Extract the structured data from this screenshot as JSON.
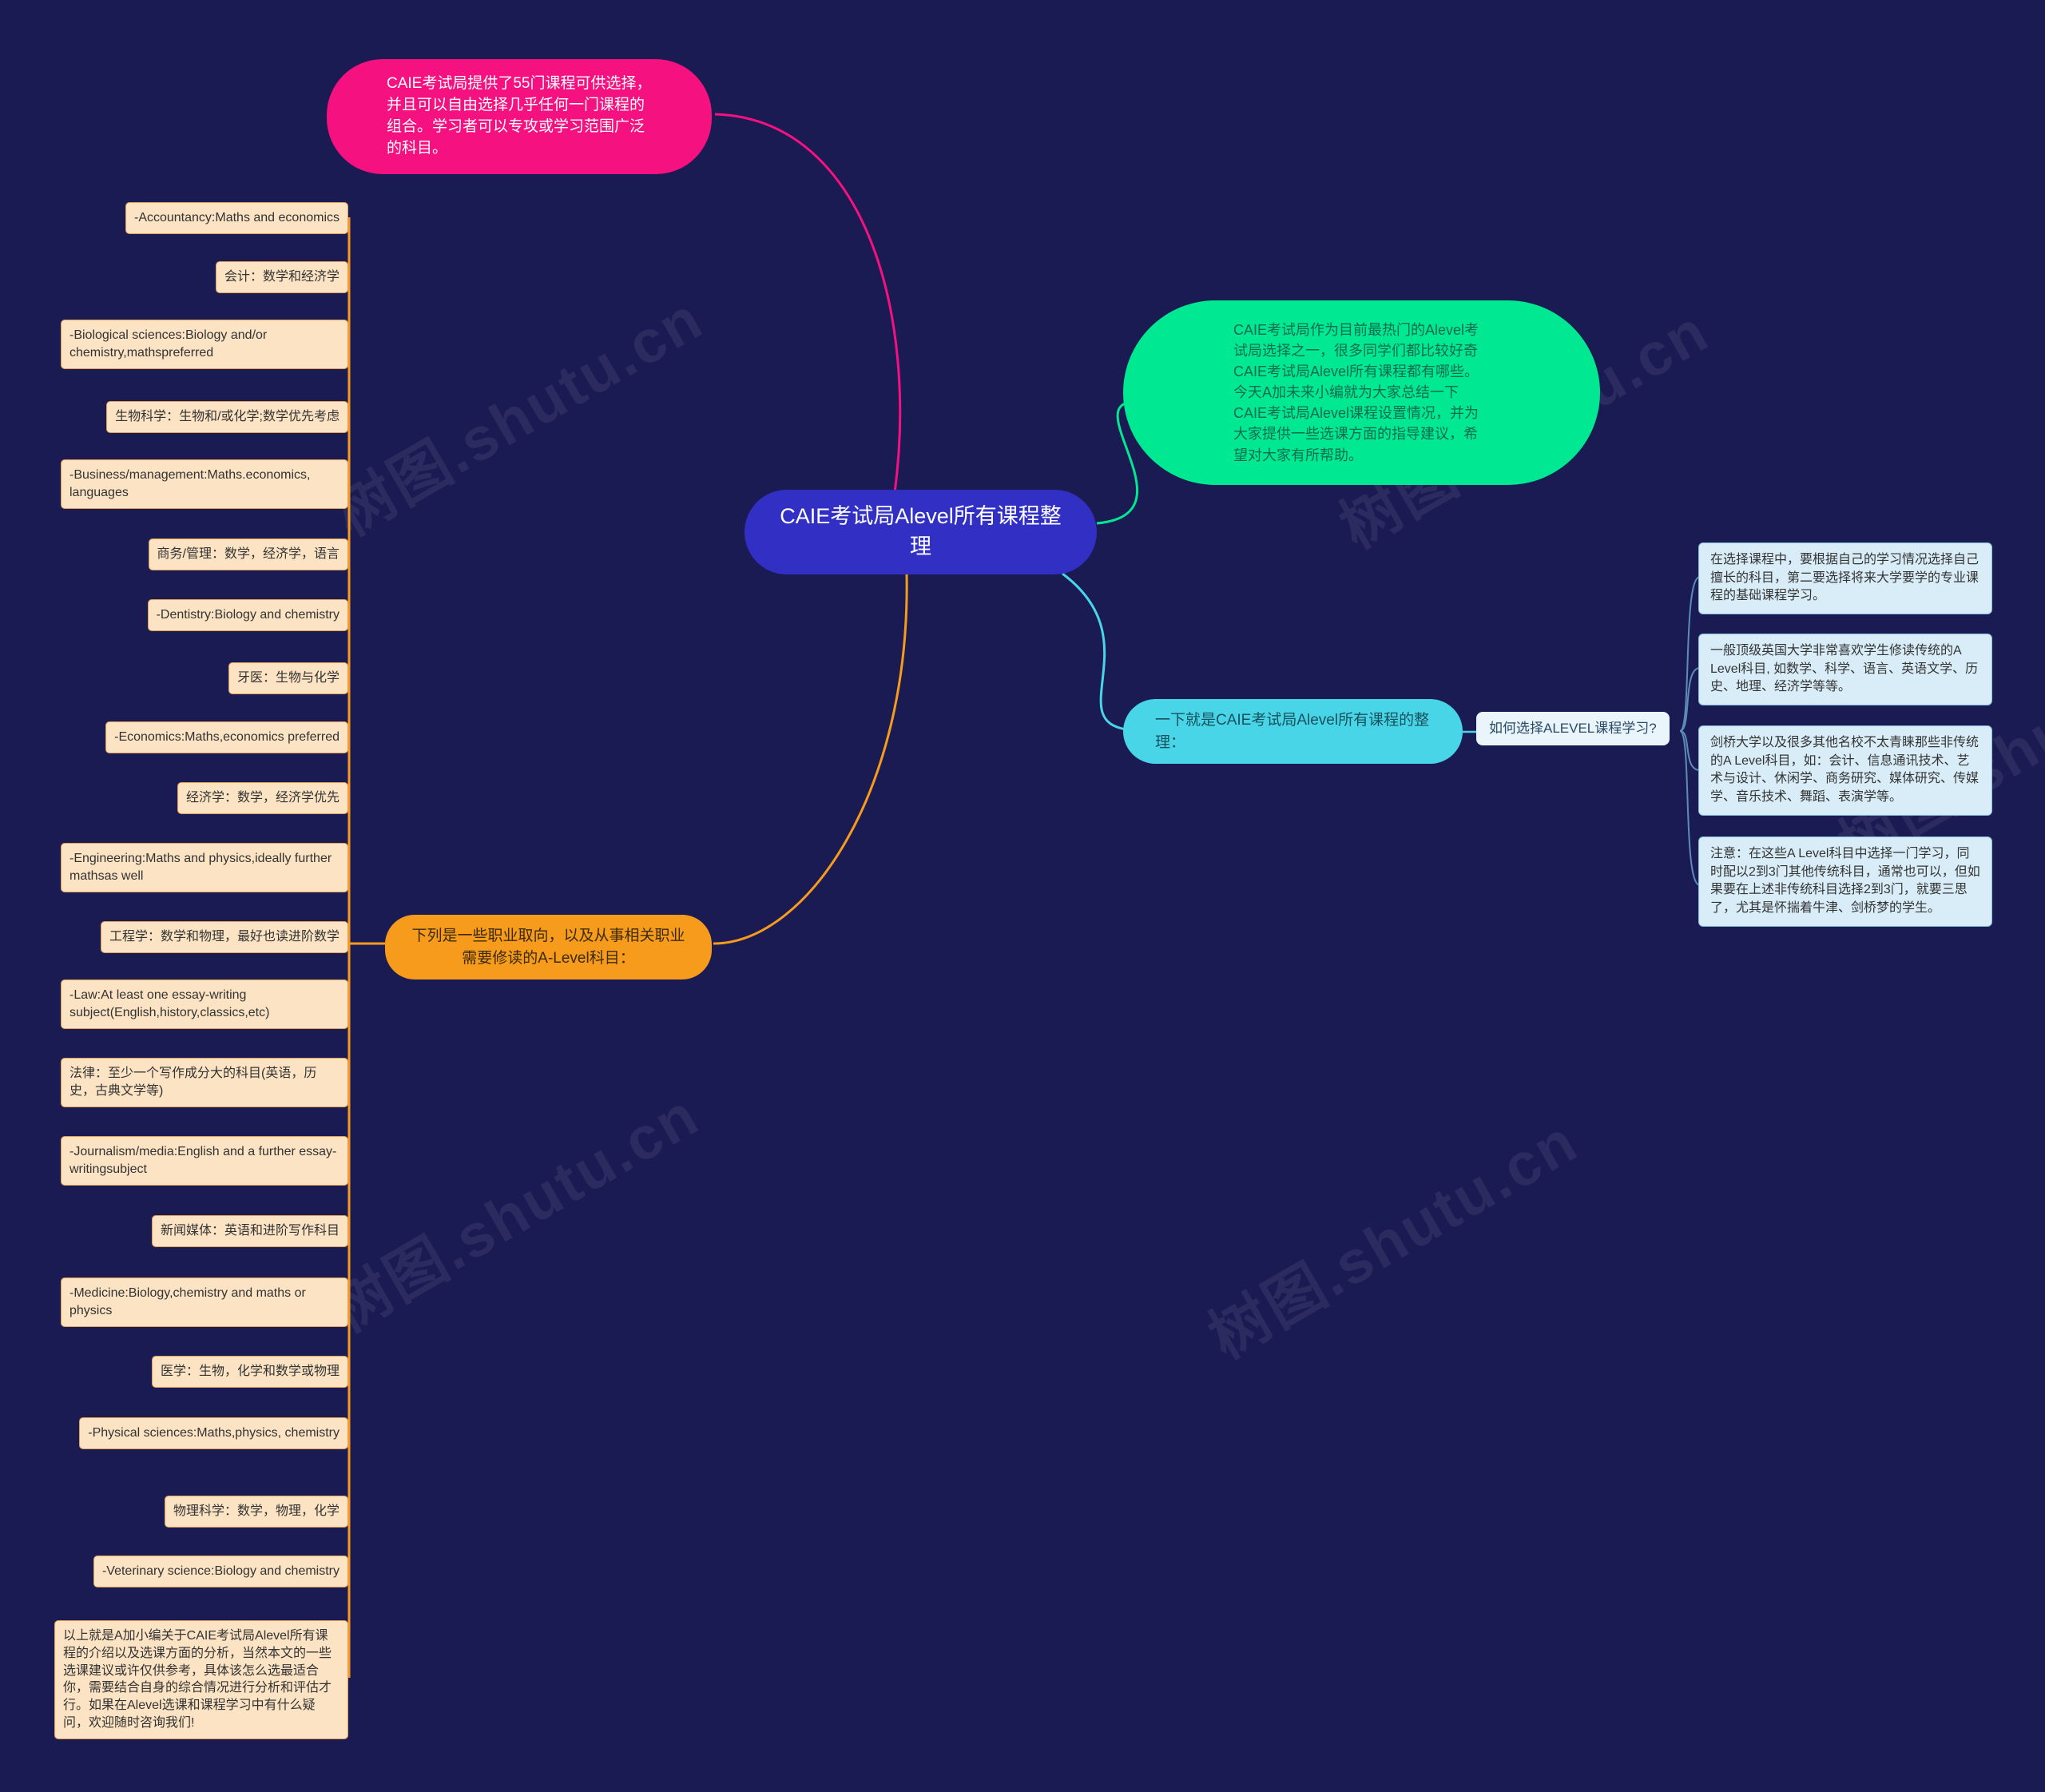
{
  "watermark": {
    "text": "树图.shutu.cn"
  },
  "colors": {
    "background": "#1b1b54",
    "pink": "#f5117f",
    "green": "#00e992",
    "central_blue": "#3230c4",
    "cyan": "#49d5e8",
    "orange": "#f79b1d",
    "beige_box_bg": "#fbe3c3",
    "beige_box_border": "#e2a055",
    "blue_box_bg": "#d9edf8",
    "blue_box_border": "#85bcd9",
    "right_link": "#5b8db8"
  },
  "central": {
    "label": "CAIE考试局Alevel所有课程整理"
  },
  "notes": {
    "pink": "CAIE考试局提供了55门课程可供选择，并且可以自由选择几乎任何一门课程的组合。学习者可以专攻或学习范围广泛的科目。",
    "green": "CAIE考试局作为目前最热门的Alevel考试局选择之一，很多同学们都比较好奇CAIE考试局Alevel所有课程都有哪些。今天A加未来小编就为大家总结一下CAIE考试局Alevel课程设置情况，并为大家提供一些选课方面的指导建议，希望对大家有所帮助。"
  },
  "branches": {
    "courses": {
      "label": "一下就是CAIE考试局Alevel所有课程的整理："
    },
    "how_to_choose": {
      "label": "如何选择ALEVEL课程学习?"
    },
    "careers": {
      "label": "下列是一些职业取向，以及从事相关职业需要修读的A-Level科目："
    }
  },
  "right_notes": [
    {
      "text": "在选择课程中，要根据自己的学习情况选择自己擅长的科目，第二要选择将来大学要学的专业课程的基础课程学习。"
    },
    {
      "text": "一般顶级英国大学非常喜欢学生修读传统的A Level科目, 如数学、科学、语言、英语文学、历史、地理、经济学等等。"
    },
    {
      "text": "剑桥大学以及很多其他名校不太青睐那些非传统的A Level科目，如：会计、信息通讯技术、艺术与设计、休闲学、商务研究、媒体研究、传媒学、音乐技术、舞蹈、表演学等。"
    },
    {
      "text": "注意：在这些A Level科目中选择一门学习，同时配以2到3门其他传统科目，通常也可以，但如果要在上述非传统科目选择2到3门，就要三思了，尤其是怀揣着牛津、剑桥梦的学生。"
    }
  ],
  "subjects": [
    {
      "text": "-Accountancy:Maths and economics"
    },
    {
      "text": "会计：数学和经济学"
    },
    {
      "text": "-Biological sciences:Biology and/or chemistry,mathspreferred"
    },
    {
      "text": "生物科学：生物和/或化学;数学优先考虑"
    },
    {
      "text": "-Business/management:Maths.economics, languages"
    },
    {
      "text": "商务/管理：数学，经济学，语言"
    },
    {
      "text": "-Dentistry:Biology and chemistry"
    },
    {
      "text": "牙医：生物与化学"
    },
    {
      "text": "-Economics:Maths,economics preferred"
    },
    {
      "text": "经济学：数学，经济学优先"
    },
    {
      "text": "-Engineering:Maths and physics,ideally further mathsas well"
    },
    {
      "text": "工程学：数学和物理，最好也读进阶数学"
    },
    {
      "text": "-Law:At least one essay-writing subject(English,history,classics,etc)"
    },
    {
      "text": "法律：至少一个写作成分大的科目(英语，历史，古典文学等)"
    },
    {
      "text": "-Journalism/media:English and a further essay-writingsubject"
    },
    {
      "text": "新闻媒体：英语和进阶写作科目"
    },
    {
      "text": "-Medicine:Biology,chemistry and maths or physics"
    },
    {
      "text": "医学：生物，化学和数学或物理"
    },
    {
      "text": "-Physical sciences:Maths,physics, chemistry"
    },
    {
      "text": "物理科学：数学，物理，化学"
    },
    {
      "text": "-Veterinary science:Biology and chemistry"
    },
    {
      "text": "以上就是A加小编关于CAIE考试局Alevel所有课程的介绍以及选课方面的分析，当然本文的一些选课建议或许仅供参考，具体该怎么选最适合你，需要结合自身的综合情况进行分析和评估才行。如果在Alevel选课和课程学习中有什么疑问，欢迎随时咨询我们!"
    }
  ]
}
